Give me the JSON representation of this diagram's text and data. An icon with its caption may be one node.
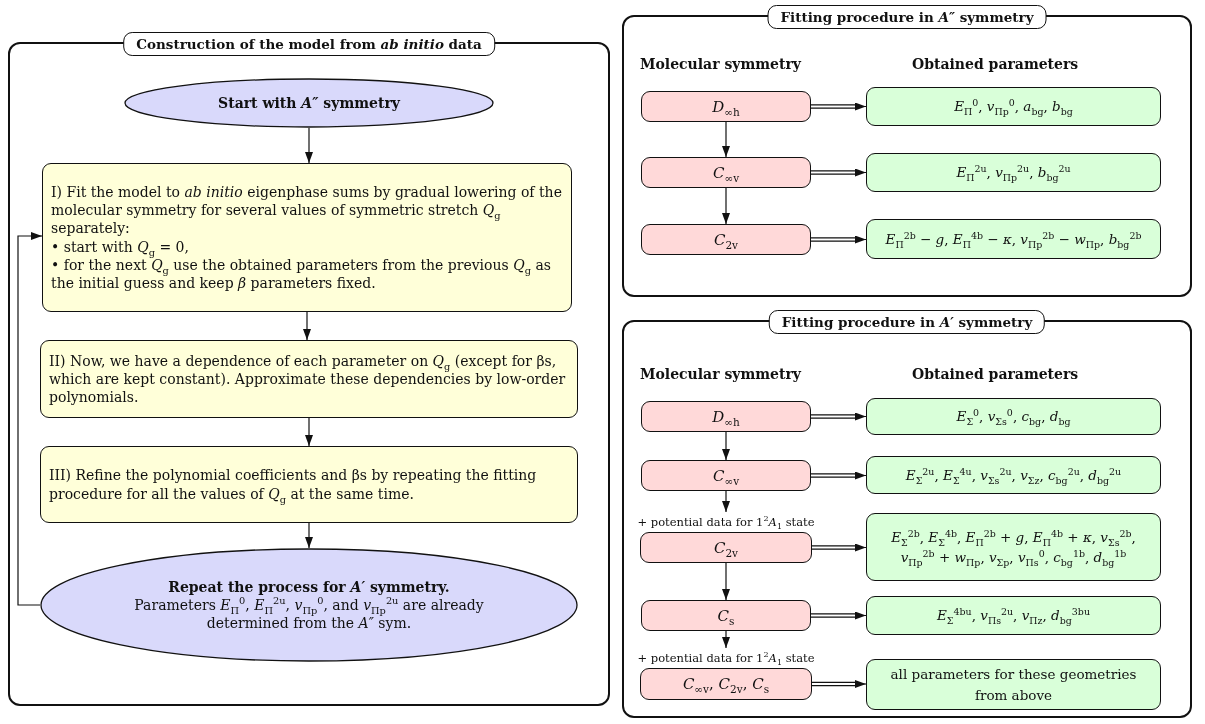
{
  "diagram": {
    "nodes": [
      {
        "text": [
          "Construction of the model from *ab initio* data"
        ]
      },
      {
        "text": [
          "Start with *A″* symmetry"
        ],
        "in": 0
      },
      {
        "text": [
          "I) Fit the model to *ab initio* eigenphase sums by gradual lowering of the molecular symmetry for several values of symmetric stretch *Q*$_{g}$ separately:",
          "• start with *Q*$_{g}$ = 0,",
          "• for the next *Q*$_{g}$ use the obtained parameters from the previous *Q*$_{g}$ as the initial guess and keep *β* parameters fixed."
        ],
        "in": 0
      },
      {
        "text": [
          "II) Now, we have a dependence of each parameter on *Q*$_{g}$ (except for βs, which are kept constant). Approximate these dependencies by low-order polynomials."
        ],
        "in": 0
      },
      {
        "text": [
          "III) Refine the polynomial coefficients and βs by repeating the fitting procedure for all the values of *Q*$_{g}$ at the same time."
        ],
        "in": 0
      },
      {
        "text": [
          "Repeat the process for *A′* symmetry.",
          "Parameters *E*$_{Π}$$^{0}$, *E*$_{Π}$$^{2u}$, *v*$_{Πp}$$^{0}$, and *v*$_{Πp}$$^{2u}$ are already determined from the *A″* sym."
        ],
        "in": 0
      },
      {
        "text": [
          "Fitting procedure in *A″* symmetry"
        ]
      },
      {
        "text": [
          "*D*$_{∞h}$"
        ],
        "in": 6
      },
      {
        "text": [
          "*E*$_{Π}$$^{0}$, *v*$_{Πp}$$^{0}$, *a*$_{bg}$, *b*$_{bg}$"
        ],
        "in": 6
      },
      {
        "text": [
          "*C*$_{∞v}$"
        ],
        "in": 6
      },
      {
        "text": [
          "*E*$_{Π}$$^{2u}$, *v*$_{Πp}$$^{2u}$, *b*$_{bg}$$^{2u}$"
        ],
        "in": 6
      },
      {
        "text": [
          "*C*$_{2v}$"
        ],
        "in": 6
      },
      {
        "text": [
          "*E*$_{Π}$$^{2b}$ − *g*, *E*$_{Π}$$^{4b}$ − *κ*, *v*$_{Πp}$$^{2b}$ − *w*$_{Πp}$, *b*$_{bg}$$^{2b}$"
        ],
        "in": 6
      },
      {
        "text": [
          "Fitting procedure in *A′* symmetry"
        ]
      },
      {
        "text": [
          "*D*$_{∞h}$"
        ],
        "in": 13
      },
      {
        "text": [
          "*E*$_{Σ}$$^{0}$, *v*$_{Σs}$$^{0}$, *c*$_{bg}$, *d*$_{bg}$"
        ],
        "in": 13
      },
      {
        "text": [
          "*C*$_{∞v}$"
        ],
        "in": 13
      },
      {
        "text": [
          "*E*$_{Σ}$$^{2u}$, *E*$_{Σ}$$^{4u}$, *v*$_{Σs}$$^{2u}$, *v*$_{Σz}$, *c*$_{bg}$$^{2u}$, *d*$_{bg}$$^{2u}$"
        ],
        "in": 13
      },
      {
        "text": [
          "*C*$_{2v}$"
        ],
        "in": 13,
        "beside": [
          "+ potential data for 1$^{2}$*A*$_{1}$ state"
        ]
      },
      {
        "text": [
          "*E*$_{Σ}$$^{2b}$, *E*$_{Σ}$$^{4b}$, *E*$_{Π}$$^{2b}$ + *g*, *E*$_{Π}$$^{4b}$ + *κ*, *v*$_{Σs}$$^{2b}$, *v*$_{Πp}$$^{2b}$ + *w*$_{Πp}$, *v*$_{Σp}$, *v*$_{Πs}$$^{0}$, *c*$_{bg}$$^{1b}$, *d*$_{bg}$$^{1b}$"
        ],
        "in": 13
      },
      {
        "text": [
          "*C*$_{s}$"
        ],
        "in": 13
      },
      {
        "text": [
          "*E*$_{Σ}$$^{4bu}$, *v*$_{Πs}$$^{2u}$, *v*$_{Πz}$, *d*$_{bg}$$^{3bu}$"
        ],
        "in": 13
      },
      {
        "text": [
          "*C*$_{∞v}$, *C*$_{2v}$, *C*$_{s}$"
        ],
        "in": 13,
        "beside": [
          "+ potential data for 1$^{2}$*A*$_{1}$ state"
        ]
      },
      {
        "text": [
          "all parameters for these geometries from above"
        ],
        "in": 13
      }
    ],
    "edges": [
      {
        "from": 1,
        "to": 2,
        "arrow": "to"
      },
      {
        "from": 2,
        "to": 3,
        "arrow": "to"
      },
      {
        "from": 3,
        "to": 4,
        "arrow": "to"
      },
      {
        "from": 4,
        "to": 5,
        "arrow": "to"
      },
      {
        "from": 5,
        "to": 2,
        "arrow": "to"
      },
      {
        "from": 7,
        "to": 8,
        "arrow": "to"
      },
      {
        "from": 7,
        "to": 9,
        "arrow": "to"
      },
      {
        "from": 9,
        "to": 10,
        "arrow": "to"
      },
      {
        "from": 9,
        "to": 11,
        "arrow": "to"
      },
      {
        "from": 11,
        "to": 12,
        "arrow": "to"
      },
      {
        "from": 14,
        "to": 15,
        "arrow": "to"
      },
      {
        "from": 14,
        "to": 16,
        "arrow": "to"
      },
      {
        "from": 16,
        "to": 17,
        "arrow": "to"
      },
      {
        "from": 16,
        "to": 18,
        "arrow": "to"
      },
      {
        "from": 18,
        "to": 19,
        "arrow": "to"
      },
      {
        "from": 18,
        "to": 20,
        "arrow": "to"
      },
      {
        "from": 20,
        "to": 21,
        "arrow": "to"
      },
      {
        "from": 20,
        "to": 22,
        "arrow": "to"
      },
      {
        "from": 22,
        "to": 23,
        "arrow": "to"
      }
    ],
    "labels": [
      "Molecular symmetry",
      "Obtained parameters",
      "Molecular symmetry",
      "Obtained parameters"
    ]
  }
}
